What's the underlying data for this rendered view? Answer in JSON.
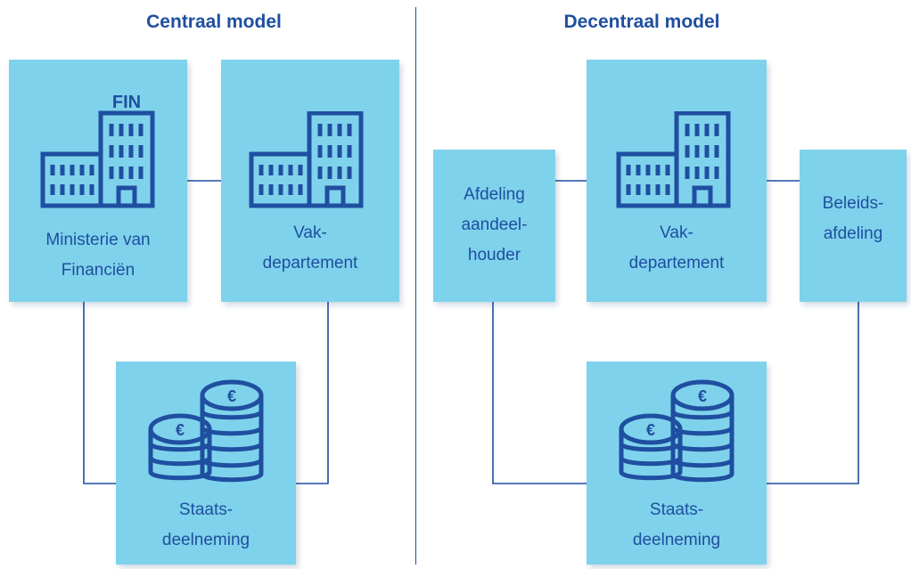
{
  "central": {
    "title": "Centraal model",
    "ministry": {
      "label": "Ministerie van\nFinanciën",
      "sign": "FIN"
    },
    "department": {
      "label": "Vak-\ndepartement"
    },
    "holding": {
      "label": "Staats-\ndeelneming"
    }
  },
  "decentral": {
    "title": "Decentraal model",
    "shareholder": {
      "label": "Afdeling\naandeel-\nhouder"
    },
    "department": {
      "label": "Vak-\ndepartement"
    },
    "policy": {
      "label": "Beleids-\nafdeling"
    },
    "holding": {
      "label": "Staats-\ndeelneming"
    }
  },
  "colors": {
    "box": "#7fd2eb",
    "ink": "#1f4fa0",
    "line": "#1f4fa0"
  },
  "icons": [
    "building-icon",
    "coins-euro-icon"
  ]
}
